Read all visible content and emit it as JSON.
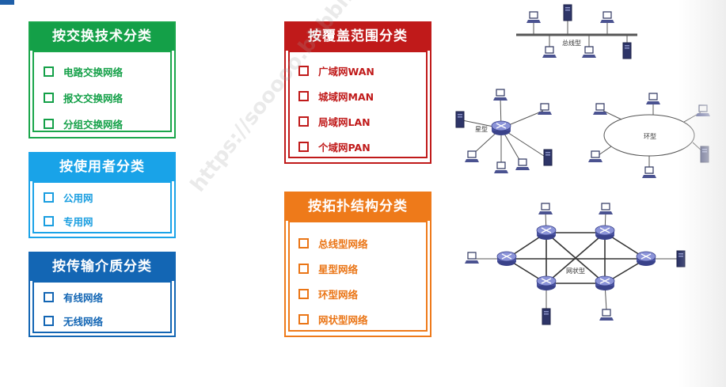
{
  "panels": {
    "switching": {
      "title": "按交换技术分类",
      "items": [
        "电路交换网络",
        "报文交换网络",
        "分组交换网络"
      ]
    },
    "users": {
      "title": "按使用者分类",
      "items": [
        "公用网",
        "专用网"
      ]
    },
    "medium": {
      "title": "按传输介质分类",
      "items": [
        "有线网络",
        "无线网络"
      ]
    },
    "coverage": {
      "title": "按覆盖范围分类",
      "items": [
        "广域网WAN",
        "城域网MAN",
        "局域网LAN",
        "个域网PAN"
      ]
    },
    "topology": {
      "title": "按拓扑结构分类",
      "items": [
        "总线型网络",
        "星型网络",
        "环型网络",
        "网状型网络"
      ]
    }
  },
  "diagrams": {
    "bus_label": "总线型",
    "star_label": "星型",
    "ring_label": "环型",
    "mesh_label": "网状型"
  },
  "watermark": "https://sooooo.bbbbi.com/3609996402",
  "colors": {
    "green": "#14a048",
    "cyan": "#19a3e8",
    "blue": "#1366b4",
    "red": "#c01a1a",
    "orange": "#ee7a1a"
  }
}
